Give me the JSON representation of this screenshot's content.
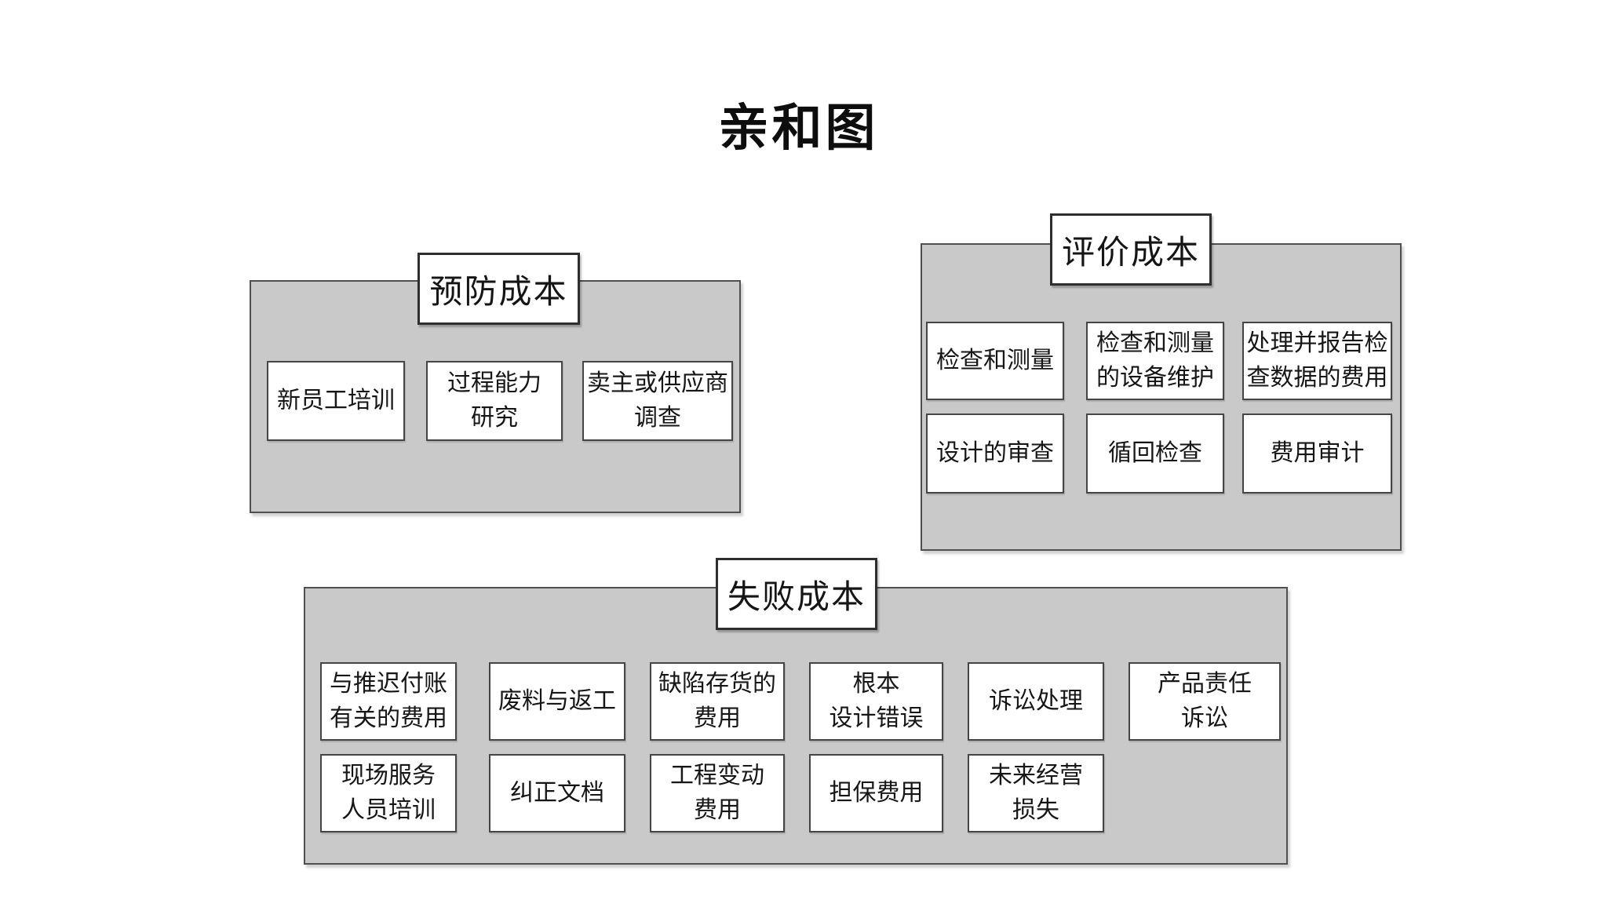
{
  "title": "亲和图",
  "panels": [
    {
      "id": "prevention",
      "label": "预防成本",
      "boxes": [
        [
          "新员工培训"
        ],
        [
          "过程能力",
          "研究"
        ],
        [
          "卖主或供应商",
          "调查"
        ]
      ]
    },
    {
      "id": "appraisal",
      "label": "评价成本",
      "boxes": [
        [
          "检查和测量"
        ],
        [
          "检查和测量",
          "的设备维护"
        ],
        [
          "处理并报告检",
          "查数据的费用"
        ],
        [
          "设计的审查"
        ],
        [
          "循回检查"
        ],
        [
          "费用审计"
        ]
      ]
    },
    {
      "id": "failure",
      "label": "失败成本",
      "boxes": [
        [
          "与推迟付账",
          "有关的费用"
        ],
        [
          "废料与返工"
        ],
        [
          "缺陷存货的",
          "费用"
        ],
        [
          "根本",
          "设计错误"
        ],
        [
          "诉讼处理"
        ],
        [
          "产品责任",
          "诉讼"
        ],
        [
          "现场服务",
          "人员培训"
        ],
        [
          "纠正文档"
        ],
        [
          "工程变动",
          "费用"
        ],
        [
          "担保费用"
        ],
        [
          "未来经营",
          "损失"
        ]
      ]
    }
  ],
  "colors": {
    "background": "#ffffff",
    "panel_fill": "#c9c9c9",
    "panel_border": "#4f4f4f",
    "box_fill": "#ffffff",
    "box_border": "#454545",
    "text": "#111111"
  }
}
